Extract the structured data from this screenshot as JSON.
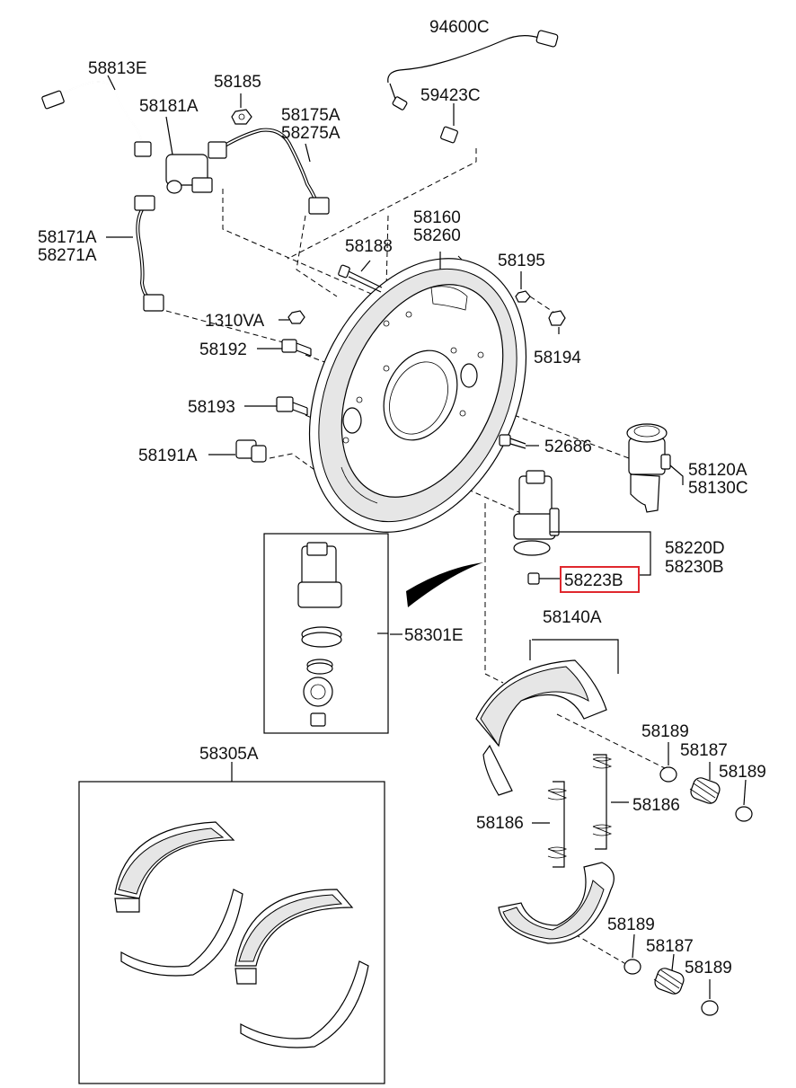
{
  "labels": {
    "l94600C": "94600C",
    "l58813E": "58813E",
    "l58185": "58185",
    "l59423C": "59423C",
    "l58181A": "58181A",
    "l58175A": "58175A",
    "l58275A": "58275A",
    "l58171A": "58171A",
    "l58271A": "58271A",
    "l58160": "58160",
    "l58260": "58260",
    "l58188": "58188",
    "l58195": "58195",
    "l1310VA": "1310VA",
    "l58192": "58192",
    "l58194": "58194",
    "l58193": "58193",
    "l52686": "52686",
    "l58191A": "58191A",
    "l58120A": "58120A",
    "l58130C": "58130C",
    "l58220D": "58220D",
    "l58230B": "58230B",
    "l58223B": "58223B",
    "l58301E": "58301E",
    "l58140A": "58140A",
    "l58305A": "58305A",
    "l58189a": "58189",
    "l58187a": "58187",
    "l58189b": "58189",
    "l58186a": "58186",
    "l58186b": "58186",
    "l58189c": "58189",
    "l58187b": "58187",
    "l58189d": "58189"
  },
  "highlight_color": "#e0282e"
}
